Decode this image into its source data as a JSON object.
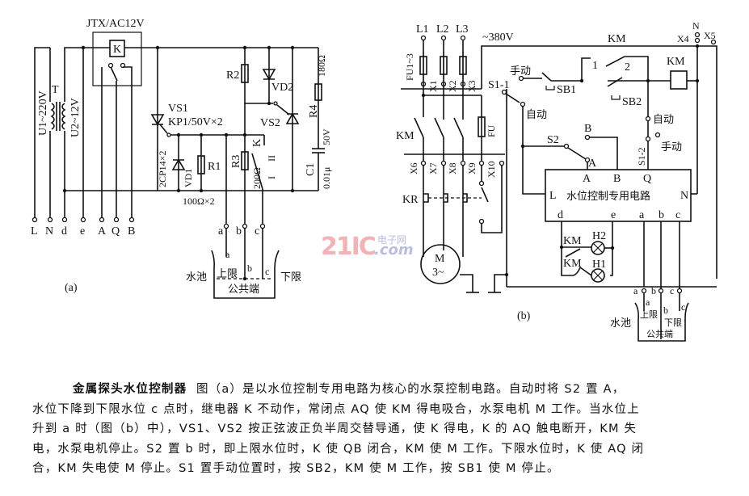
{
  "figure_a": {
    "caption": "(a)",
    "relay_label": "JTX/AC12V",
    "relay_coil": "K",
    "transformer": "T",
    "primary_voltage": "U1~220V",
    "secondary_voltage": "U2~12V",
    "r2": "R2",
    "vd2": "VD2",
    "r4": "R4",
    "r4_value": "180Ω",
    "vs1": "VS1",
    "vs1_spec": "KP1/50V×2",
    "vs2": "VS2",
    "vd1": "VD1",
    "vd_spec": "2CP14×2",
    "r1": "R1",
    "r_spec": "100Ω×2",
    "r3": "R3",
    "r3_value": "200Ω",
    "k_switch": "K",
    "pos_1": "I",
    "pos_2": "II",
    "c1": "C1",
    "c1_value": "0.01μ",
    "c1_voltage": "50V",
    "terminals": [
      "L",
      "N",
      "d",
      "e",
      "A",
      "Q",
      "B"
    ],
    "probes": [
      "a",
      "b",
      "c"
    ],
    "pool": "水池",
    "upper_limit": "上限",
    "lower_limit": "下限",
    "common": "公共端"
  },
  "figure_b": {
    "caption": "(b)",
    "phases": [
      "L1",
      "L2",
      "L3"
    ],
    "supply": "~380V",
    "neutral": "N",
    "x4": "X4",
    "x5": "X5",
    "fuse_group": "FU1~3",
    "terminals_top": [
      "X1",
      "X2",
      "X3"
    ],
    "terminals_bottom": [
      "X6",
      "X7",
      "X8",
      "X9",
      "X10"
    ],
    "km": "KM",
    "kr": "KR",
    "fu": "FU",
    "motor": "M",
    "motor_phase": "3~",
    "s1_1": "S1-1",
    "s1_2": "S1-2",
    "s2": "S2",
    "manual": "手动",
    "auto": "自动",
    "sb1": "SB1",
    "sb2": "SB2",
    "contact_1": "1",
    "contact_2": "2",
    "pin_b": "B",
    "pin_a": "A",
    "ic_pins_top": [
      "A",
      "B",
      "Q"
    ],
    "ic_pin_l": "L",
    "ic_pin_n": "N",
    "ic_name": "水位控制专用电路",
    "ic_pins_bottom": [
      "d",
      "e",
      "a",
      "b",
      "c"
    ],
    "h1": "H1",
    "h2": "H2",
    "probes": [
      "a",
      "b",
      "c"
    ],
    "pool": "水池",
    "upper_limit": "上限",
    "lower_limit": "下限",
    "common": "公共端"
  },
  "watermark": {
    "brand": "21IC",
    "cn": "电子网",
    "com": ".com"
  },
  "description": {
    "title": "金属探头水位控制器",
    "lines": [
      "图（a）是以水位控制专用电路为核心的水泵控制电路。自动时将 S2 置 A，",
      "水位下降到下限水位 c 点时，继电器 K 不动作，常闭点 AQ 使 KM 得电吸合，水泵电机 M 工作。当水位上",
      "升到 a 时（图（b）中），VS1、VS2 按正弦波正负半周交替导通，使 K 得电，K 的 AQ 触电断开，KM 失",
      "电，水泵电机停止。S2 置 b 时，即上限水位时，K 使 QB 闭合，KM 使 M 工作。下限水位时，K 使 AQ 闭",
      "合，KM 失电使 M 停止。S1 置手动位置时，按 SB2，KM 使 M 工作，按 SB1 使 M 停止。"
    ]
  }
}
